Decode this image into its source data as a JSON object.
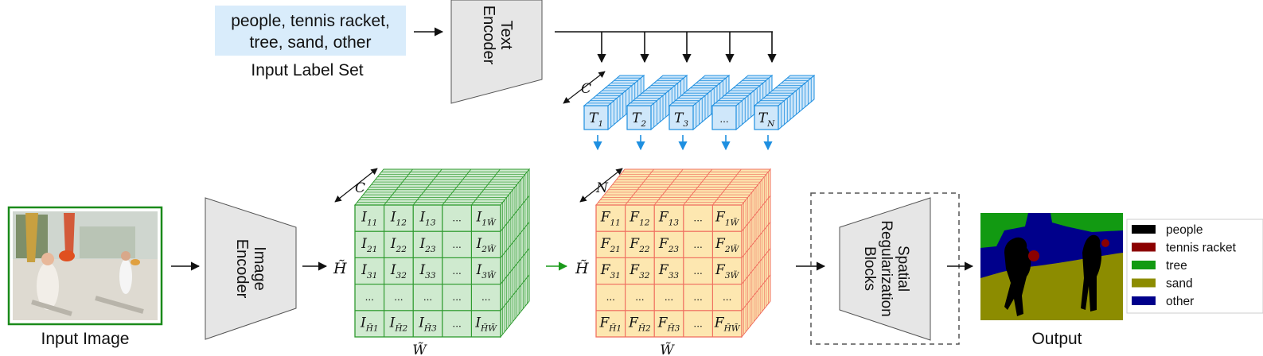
{
  "label_set": {
    "line1": "people, tennis racket,",
    "line2": "tree, sand, other",
    "caption": "Input Label Set"
  },
  "text_encoder": {
    "line1": "Text",
    "line2": "Encoder"
  },
  "image_encoder": {
    "line1": "Image",
    "line2": "Encoder"
  },
  "input_image": {
    "caption": "Input Image"
  },
  "output": {
    "caption": "Output"
  },
  "spatial_block": {
    "line1": "Spatial",
    "line2": "Regularization",
    "line3": "Blocks"
  },
  "text_features": {
    "dim_label": "C",
    "items": [
      {
        "main": "T",
        "sub": "1"
      },
      {
        "main": "T",
        "sub": "2"
      },
      {
        "main": "T",
        "sub": "3"
      },
      {
        "main": "...",
        "sub": ""
      },
      {
        "main": "T",
        "sub": "N"
      }
    ]
  },
  "image_features": {
    "dim_label": "C",
    "height_label": "H̃",
    "width_label": "W̃",
    "rows": [
      [
        {
          "m": "I",
          "s": "11"
        },
        {
          "m": "I",
          "s": "12"
        },
        {
          "m": "I",
          "s": "13"
        },
        {
          "m": "...",
          "s": ""
        },
        {
          "m": "I",
          "s": "1W̃"
        }
      ],
      [
        {
          "m": "I",
          "s": "21"
        },
        {
          "m": "I",
          "s": "22"
        },
        {
          "m": "I",
          "s": "23"
        },
        {
          "m": "...",
          "s": ""
        },
        {
          "m": "I",
          "s": "2W̃"
        }
      ],
      [
        {
          "m": "I",
          "s": "31"
        },
        {
          "m": "I",
          "s": "32"
        },
        {
          "m": "I",
          "s": "33"
        },
        {
          "m": "...",
          "s": ""
        },
        {
          "m": "I",
          "s": "3W̃"
        }
      ],
      [
        {
          "m": "...",
          "s": ""
        },
        {
          "m": "...",
          "s": ""
        },
        {
          "m": "...",
          "s": ""
        },
        {
          "m": "...",
          "s": ""
        },
        {
          "m": "...",
          "s": ""
        }
      ],
      [
        {
          "m": "I",
          "s": "H̃1"
        },
        {
          "m": "I",
          "s": "H̃2"
        },
        {
          "m": "I",
          "s": "H̃3"
        },
        {
          "m": "...",
          "s": ""
        },
        {
          "m": "I",
          "s": "H̃W̃"
        }
      ]
    ]
  },
  "fused_features": {
    "dim_label": "N",
    "height_label": "H̃",
    "width_label": "W̃",
    "rows": [
      [
        {
          "m": "F",
          "s": "11"
        },
        {
          "m": "F",
          "s": "12"
        },
        {
          "m": "F",
          "s": "13"
        },
        {
          "m": "...",
          "s": ""
        },
        {
          "m": "F",
          "s": "1W̃"
        }
      ],
      [
        {
          "m": "F",
          "s": "21"
        },
        {
          "m": "F",
          "s": "22"
        },
        {
          "m": "F",
          "s": "23"
        },
        {
          "m": "...",
          "s": ""
        },
        {
          "m": "F",
          "s": "2W̃"
        }
      ],
      [
        {
          "m": "F",
          "s": "31"
        },
        {
          "m": "F",
          "s": "32"
        },
        {
          "m": "F",
          "s": "33"
        },
        {
          "m": "...",
          "s": ""
        },
        {
          "m": "F",
          "s": "3W̃"
        }
      ],
      [
        {
          "m": "...",
          "s": ""
        },
        {
          "m": "...",
          "s": ""
        },
        {
          "m": "...",
          "s": ""
        },
        {
          "m": "...",
          "s": ""
        },
        {
          "m": "...",
          "s": ""
        }
      ],
      [
        {
          "m": "F",
          "s": "H̃1"
        },
        {
          "m": "F",
          "s": "H̃2"
        },
        {
          "m": "F",
          "s": "H̃3"
        },
        {
          "m": "...",
          "s": ""
        },
        {
          "m": "F",
          "s": "H̃W̃"
        }
      ]
    ]
  },
  "legend": [
    {
      "label": "people",
      "color": "#000000"
    },
    {
      "label": "tennis racket",
      "color": "#8b0000"
    },
    {
      "label": "tree",
      "color": "#129a12"
    },
    {
      "label": "sand",
      "color": "#8c8c00"
    },
    {
      "label": "other",
      "color": "#00008b"
    }
  ],
  "colors": {
    "label_box": "#d9ecfb",
    "encoder": "#e6e6e6",
    "text_cube": "#cfe7fa",
    "text_cube_stroke": "#1e8fe0",
    "image_grid": "#cfeacf",
    "image_grid_stroke": "#2e9a2e",
    "fused_grid": "#fde7b0",
    "fused_grid_stroke": "#f07060"
  }
}
